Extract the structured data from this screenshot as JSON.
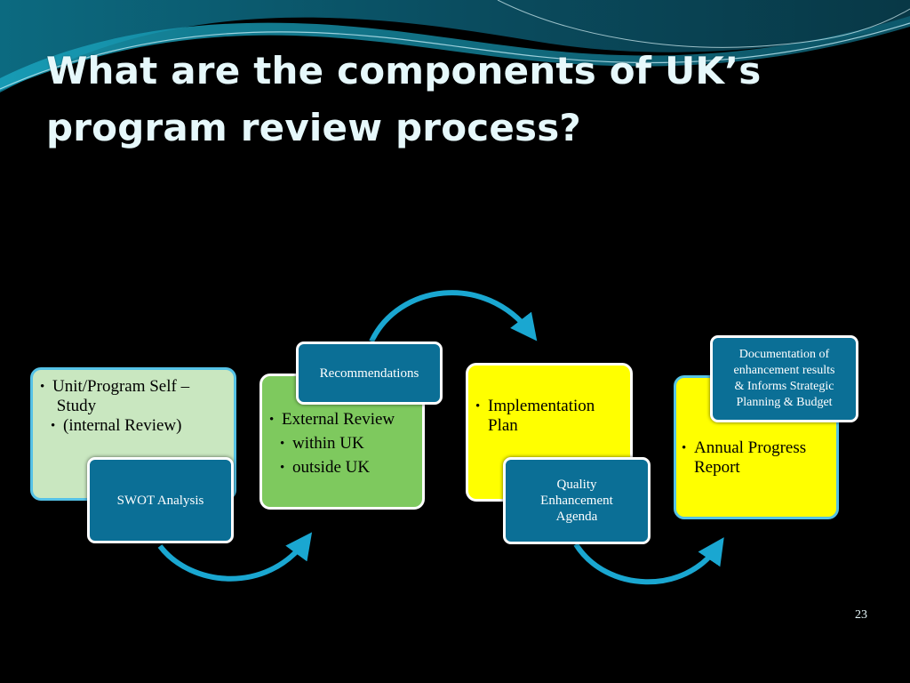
{
  "slide": {
    "title_lines": [
      "What are the components of  UK’s",
      "program review process?"
    ],
    "page_number": "23"
  },
  "steps": [
    {
      "name": "self-study",
      "color": "#c9e7c0",
      "border": "#55c2e6",
      "items": [
        {
          "text": "Unit/Program  Self – Study",
          "level": 1
        },
        {
          "text": "(internal Review)",
          "level": 2
        }
      ],
      "tag_lines": [
        "SWOT Analysis"
      ]
    },
    {
      "name": "external-review",
      "color": "#7ec95e",
      "border": "#ffffff",
      "items": [
        {
          "text": "External Review",
          "level": 1
        },
        {
          "text": "within UK",
          "level": 2
        },
        {
          "text": "outside UK",
          "level": 2
        }
      ],
      "tag_lines": [
        "Recommendations"
      ]
    },
    {
      "name": "implementation-plan",
      "color": "#ffff00",
      "border": "#ffffff",
      "items": [
        {
          "text": "Implementation Plan",
          "level": 1
        }
      ],
      "tag_lines": [
        "Quality",
        "Enhancement",
        "Agenda"
      ]
    },
    {
      "name": "annual-progress-report",
      "color": "#ffff00",
      "border": "#55c2e6",
      "items": [
        {
          "text": "Annual Progress Report",
          "level": 1
        }
      ],
      "tag_lines": [
        "Documentation of",
        "enhancement results",
        "& Informs Strategic",
        "Planning & Budget"
      ]
    }
  ],
  "theme": {
    "background": "#000000",
    "title_color": "#e6f8fb",
    "tag_fill": "#0b6f96",
    "arrow_color": "#1aa7d1",
    "wave_colors": [
      "#0b4f62",
      "#1a8fa8",
      "#bfe9f3"
    ]
  }
}
